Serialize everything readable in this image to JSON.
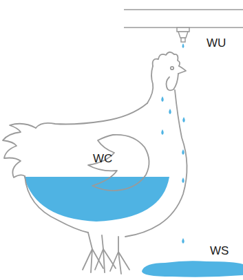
{
  "diagram": {
    "labels": [
      "WU",
      "WC",
      "WS"
    ]
  }
}
